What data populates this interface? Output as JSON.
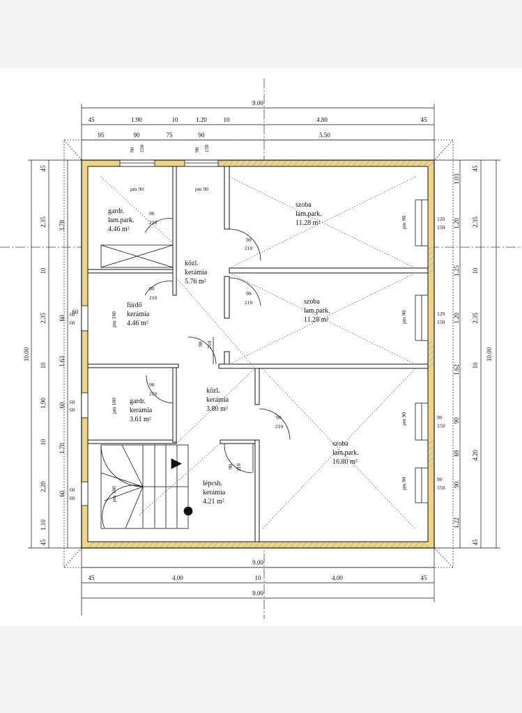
{
  "dims": {
    "top_total": "9.00",
    "top_row1": [
      "45",
      "1.90",
      "10",
      "1.20",
      "10",
      "4.80",
      "45"
    ],
    "top_row2": [
      "95",
      "90",
      "75",
      "90",
      "5.50"
    ],
    "bottom_total1": "9.00",
    "bottom_row": [
      "45",
      "4.00",
      "10",
      "4.00",
      "45"
    ],
    "bottom_total2": "9.00",
    "left_total": "10.00",
    "left_col1": [
      "45",
      "2.35",
      "10",
      "2.35",
      "10",
      "1.90",
      "10",
      "2.20",
      "1.10",
      "45"
    ],
    "left_col2": [
      "3.78",
      "1.63",
      "1.70"
    ],
    "left_col3": [
      "60",
      "60",
      "60",
      "60"
    ],
    "right_total": "10.00",
    "right_col1": [
      "45",
      "2.35",
      "10",
      "2.35",
      "10",
      "4.20",
      "45"
    ],
    "right_col2": [
      "1.03",
      "1.20",
      "1.25",
      "1.20",
      "1.62",
      "90",
      "69",
      "90",
      "1.22"
    ]
  },
  "rooms": [
    {
      "name": "gardr.",
      "finish": "lam.park.",
      "area": "4.46 m²"
    },
    {
      "name": "szoba",
      "finish": "lam.park.",
      "area": "11.28 m²"
    },
    {
      "name": "közl.",
      "finish": "kerámia",
      "area": "5.76 m²"
    },
    {
      "name": "fürdő",
      "finish": "kerámia",
      "area": "4.46 m²"
    },
    {
      "name": "szoba",
      "finish": "lam.park.",
      "area": "11.28 m²"
    },
    {
      "name": "gardr.",
      "finish": "kerámia",
      "area": "3.61 m²"
    },
    {
      "name": "közl.",
      "finish": "kerámia",
      "area": "3.80 m²"
    },
    {
      "name": "szoba",
      "finish": "lam.park.",
      "area": "16.80 m²"
    },
    {
      "name": "lépcsh.",
      "finish": "kerámia",
      "area": "4.21 m²"
    }
  ],
  "openings": {
    "pm90": "pm 90",
    "pm180": "pm 180",
    "w90": "90",
    "w150": "150",
    "w120": "120",
    "w180": "180",
    "w60": "60",
    "d90": "90",
    "d210": "210"
  }
}
